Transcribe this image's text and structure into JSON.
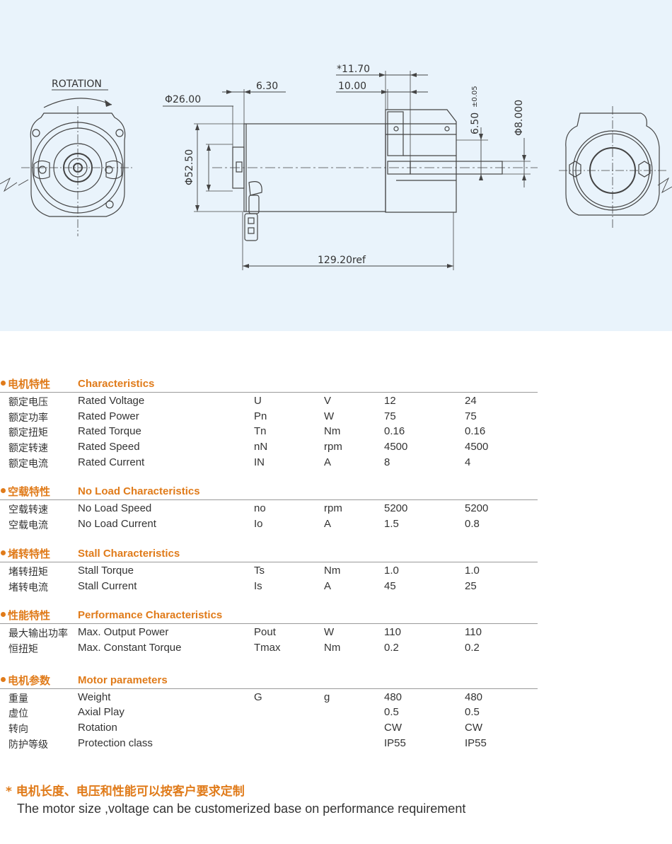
{
  "drawing": {
    "rotation_label": "ROTATION",
    "dims": {
      "dia_26": "Φ26.00",
      "len_6_30": "6.30",
      "len_11_70": "*11.70",
      "len_10_00": "10.00",
      "dia_52_50": "Φ52.50",
      "tol_6_50": "6.50",
      "tol_6_50_sub": "±0.05",
      "dia_8": "Φ8.000",
      "len_129_20": "129.20ref"
    }
  },
  "sections": [
    {
      "cn": "电机特性",
      "en": "Characteristics",
      "rows": [
        {
          "cn": "额定电压",
          "en": "Rated Voltage",
          "sym": "U",
          "unit": "V",
          "v1": "12",
          "v2": "24"
        },
        {
          "cn": "额定功率",
          "en": "Rated Power",
          "sym": "Pn",
          "unit": "W",
          "v1": "75",
          "v2": "75"
        },
        {
          "cn": "额定扭矩",
          "en": "Rated Torque",
          "sym": "Tn",
          "unit": "Nm",
          "v1": "0.16",
          "v2": "0.16"
        },
        {
          "cn": "额定转速",
          "en": "Rated Speed",
          "sym": "nN",
          "unit": "rpm",
          "v1": "4500",
          "v2": "4500"
        },
        {
          "cn": "额定电流",
          "en": "Rated Current",
          "sym": "IN",
          "unit": "A",
          "v1": "8",
          "v2": "4"
        }
      ]
    },
    {
      "cn": "空载特性",
      "en": "No Load Characteristics",
      "rows": [
        {
          "cn": "空载转速",
          "en": "No Load Speed",
          "sym": "no",
          "unit": "rpm",
          "v1": "5200",
          "v2": "5200"
        },
        {
          "cn": "空载电流",
          "en": "No Load Current",
          "sym": "Io",
          "unit": "A",
          "v1": "1.5",
          "v2": "0.8"
        }
      ]
    },
    {
      "cn": "堵转特性",
      "en": "Stall Characteristics",
      "rows": [
        {
          "cn": "堵转扭矩",
          "en": "Stall Torque",
          "sym": "Ts",
          "unit": "Nm",
          "v1": "1.0",
          "v2": "1.0"
        },
        {
          "cn": "堵转电流",
          "en": "Stall Current",
          "sym": "Is",
          "unit": "A",
          "v1": "45",
          "v2": "25"
        }
      ]
    },
    {
      "cn": "性能特性",
      "en": "Performance Characteristics",
      "rows": [
        {
          "cn": "最大输出功率",
          "en": "Max. Output Power",
          "sym": "Pout",
          "unit": "W",
          "v1": "110",
          "v2": "110"
        },
        {
          "cn": "恒扭矩",
          "en": "Max. Constant Torque",
          "sym": "Tmax",
          "unit": "Nm",
          "v1": "0.2",
          "v2": "0.2"
        }
      ]
    },
    {
      "cn": "电机参数",
      "en": "Motor parameters",
      "rows": [
        {
          "cn": "重量",
          "en": "Weight",
          "sym": "G",
          "unit": "g",
          "v1": "480",
          "v2": "480"
        },
        {
          "cn": "虚位",
          "en": "Axial Play",
          "sym": "",
          "unit": "",
          "v1": "0.5",
          "v2": "0.5"
        },
        {
          "cn": "转向",
          "en": "Rotation",
          "sym": "",
          "unit": "",
          "v1": "CW",
          "v2": "CW"
        },
        {
          "cn": "防护等级",
          "en": "Protection class",
          "sym": "",
          "unit": "",
          "v1": "IP55",
          "v2": "IP55"
        }
      ]
    }
  ],
  "footnote": {
    "cn": "* 电机长度、电压和性能可以按客户要求定制",
    "en": "The motor size ,voltage can be customerized base on performance requirement"
  },
  "colors": {
    "accent": "#e07b1a",
    "panel_bg": "#e9f3fb",
    "text": "#333333",
    "line": "#9a9a9a"
  }
}
